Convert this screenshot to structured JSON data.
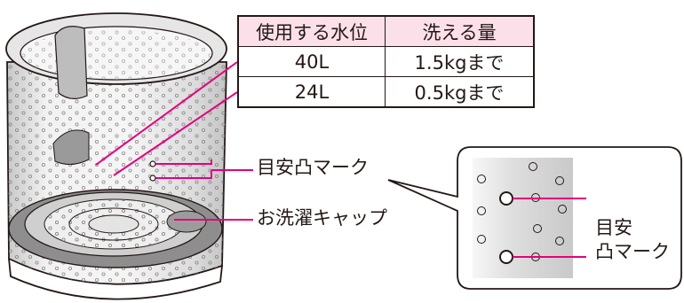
{
  "table": {
    "headers": [
      "使用する水位",
      "洗える量"
    ],
    "rows": [
      [
        "40L",
        "1.5kgまで"
      ],
      [
        "24L",
        "0.5kgまで"
      ]
    ]
  },
  "callouts": {
    "level_mark": "目安凸マーク",
    "lint_cap": "お洗濯キャップ"
  },
  "zoom": {
    "label_line1": "目安",
    "label_line2": "凸マーク"
  },
  "colors": {
    "leader": "#e4007f",
    "table_header_bg": "#fbe0ea",
    "zoom_bg": "#d9d9d9",
    "outline": "#231815"
  }
}
